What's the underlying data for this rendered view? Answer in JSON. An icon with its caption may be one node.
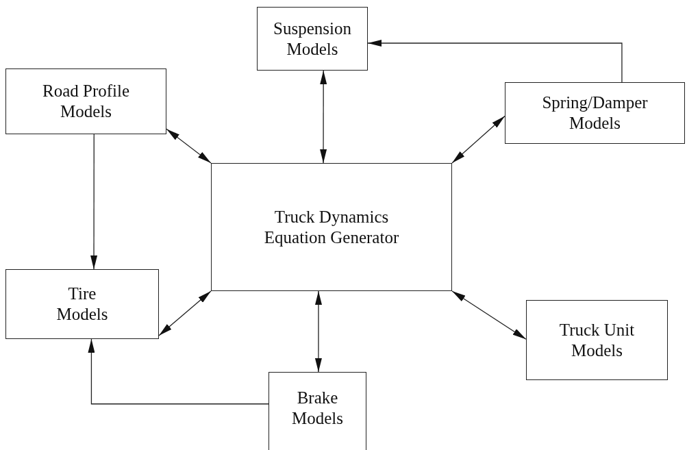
{
  "diagram": {
    "nodes": [
      {
        "text": [
          "Suspension Models"
        ]
      },
      {
        "text": [
          "Road Profile Models"
        ]
      },
      {
        "text": [
          "Spring/Damper Models"
        ]
      },
      {
        "text": [
          "Truck Dynamics Equation Generator"
        ]
      },
      {
        "text": [
          "Tire Models"
        ]
      },
      {
        "text": [
          "Truck Unit Models"
        ]
      },
      {
        "text": [
          "Brake Models"
        ]
      }
    ],
    "edges": [
      {
        "from": 1,
        "to": 3,
        "arrow": "both"
      },
      {
        "from": 0,
        "to": 3,
        "arrow": "both"
      },
      {
        "from": 2,
        "to": 3,
        "arrow": "both"
      },
      {
        "from": 2,
        "to": 0,
        "arrow": "to"
      },
      {
        "from": 1,
        "to": 4,
        "arrow": "to"
      },
      {
        "from": 3,
        "to": 4,
        "arrow": "both"
      },
      {
        "from": 3,
        "to": 6,
        "arrow": "both"
      },
      {
        "from": 3,
        "to": 5,
        "arrow": "both"
      },
      {
        "from": 6,
        "to": 4,
        "arrow": "to"
      }
    ]
  }
}
